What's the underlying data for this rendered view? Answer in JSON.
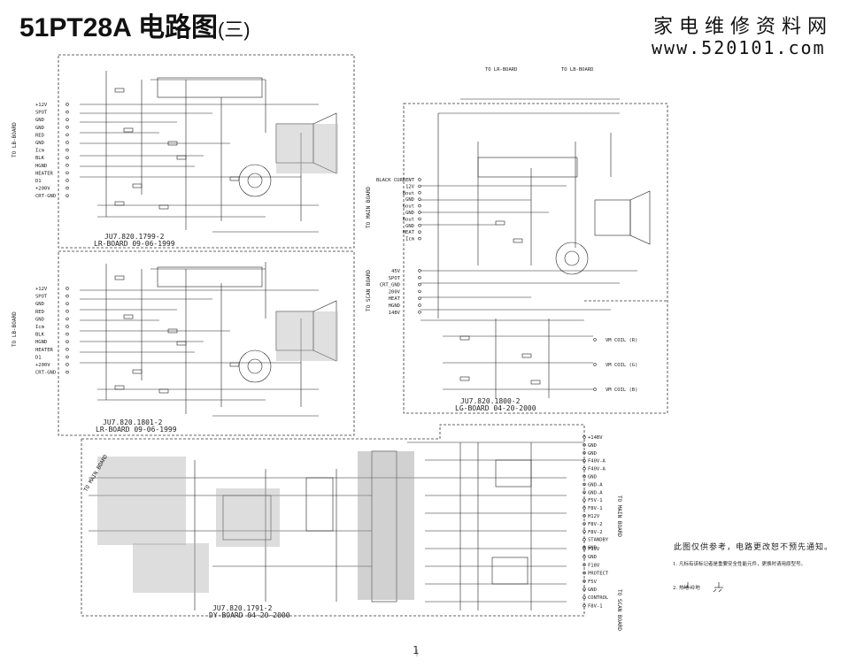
{
  "title": {
    "main": "51PT28A 电路图",
    "suffix": "(三)"
  },
  "brand": {
    "cn": "家电维修资料网",
    "url": "www.520101.com"
  },
  "lr_board_top": {
    "side_label": "TO LB-BOARD",
    "pins": [
      "+12V",
      "SPOT",
      "GND",
      "GND",
      "RED",
      "GND",
      "Icm",
      "BLK",
      "HGND",
      "HEATER",
      "D1",
      "+200V",
      "CRT-GND"
    ],
    "caption_code": "JU7.820.1799-2",
    "caption_name": "LR-BOARD 09-06-1999"
  },
  "lr_board_bottom": {
    "side_label": "TO LB-BOARD",
    "pins": [
      "+12V",
      "SPOT",
      "GND",
      "RED",
      "GND",
      "Icm",
      "BLK",
      "HGND",
      "HEATER",
      "D1",
      "+200V",
      "CRT-GND"
    ],
    "caption_code": "JU7.820.1801-2",
    "caption_name": "LR-BOARD 09-06-1999"
  },
  "lg_board": {
    "top_labels": [
      "TO LR-BOARD",
      "TO LB-BOARD"
    ],
    "main_label": "TO MAIN BOARD",
    "main_pins": [
      "BLACK CURRENT",
      "12V",
      "Bout",
      "GND",
      "Gout",
      "GND",
      "Rout",
      "GND",
      "HEAT",
      "Icm"
    ],
    "scan_label": "TO SCAN BOARD",
    "scan_pins": [
      "45V",
      "SPOT",
      "CRT_GND",
      "200V",
      "HEAT",
      "HGND",
      "14BV"
    ],
    "coils": [
      "VM COIL (R)",
      "VM COIL (G)",
      "VM COIL (B)"
    ],
    "caption_code": "JU7.820.1800-2",
    "caption_name": "LG-BOARD 04-20-2000"
  },
  "dy_board": {
    "main_label": "TO MAIN BOARD",
    "main_pins": [
      "+14BV",
      "GND",
      "GND",
      "F40V-A",
      "F40V-A",
      "GND",
      "GND-A",
      "GND-A",
      "F5V-1",
      "F8V-1",
      "H12V",
      "F8V-2",
      "F8V-2",
      "STANDBY",
      "GND"
    ],
    "scan_label": "TO SCAN BOARD",
    "scan_pins": [
      "F15V",
      "GND",
      "F18V",
      "PROTECT",
      "F5V",
      "GND",
      "CONTROL",
      "F8V-1"
    ],
    "left_label": "TO MAIN BOARD",
    "caption_code": "JU7.820.1791-2",
    "caption_name": "DY-BOARD 04-20-2000"
  },
  "notes": {
    "heading": "此图仅供参考，电路更改恕不预先通知。",
    "line1": "1. 凡标有该标记者是重要安全性能元件，更换时请用原型号。",
    "line2": "2. 热地   冷地"
  },
  "page_number": "1"
}
